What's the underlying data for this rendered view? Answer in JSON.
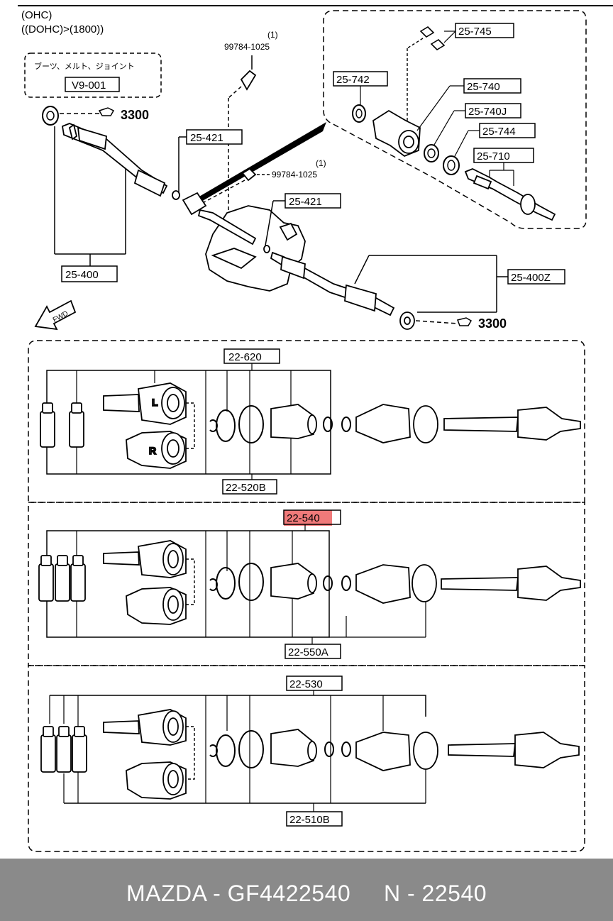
{
  "header": {
    "engine_line1": "(OHC)",
    "engine_line2": "((DOHC)>(1800))"
  },
  "note_box": {
    "text": "ブーツ、メルト、ジョイント",
    "ref": "V9-001"
  },
  "parts": {
    "p3300_top": "3300",
    "p3300_bottom": "3300",
    "p99784_top": "99784-1025",
    "p99784_top_qty": "(1)",
    "p99784_mid": "99784-1025",
    "p99784_mid_qty": "(1)",
    "p25421_a": "25-421",
    "p25421_b": "25-421",
    "p25400": "25-400",
    "p25400Z": "25-400Z",
    "p25745": "25-745",
    "p25742": "25-742",
    "p25740": "25-740",
    "p25740J": "25-740J",
    "p25744": "25-744",
    "p25710": "25-710",
    "fwd": "FWD",
    "p22620": "22-620",
    "p22520B": "22-520B",
    "p22540": "22-540",
    "p22550A": "22-550A",
    "p22530": "22-530",
    "p22510B": "22-510B",
    "L": "L",
    "R": "R"
  },
  "highlight_color": "#f07a7a",
  "footer": {
    "brand_part": "MAZDA - GF4422540",
    "ref": "N - 22540"
  }
}
